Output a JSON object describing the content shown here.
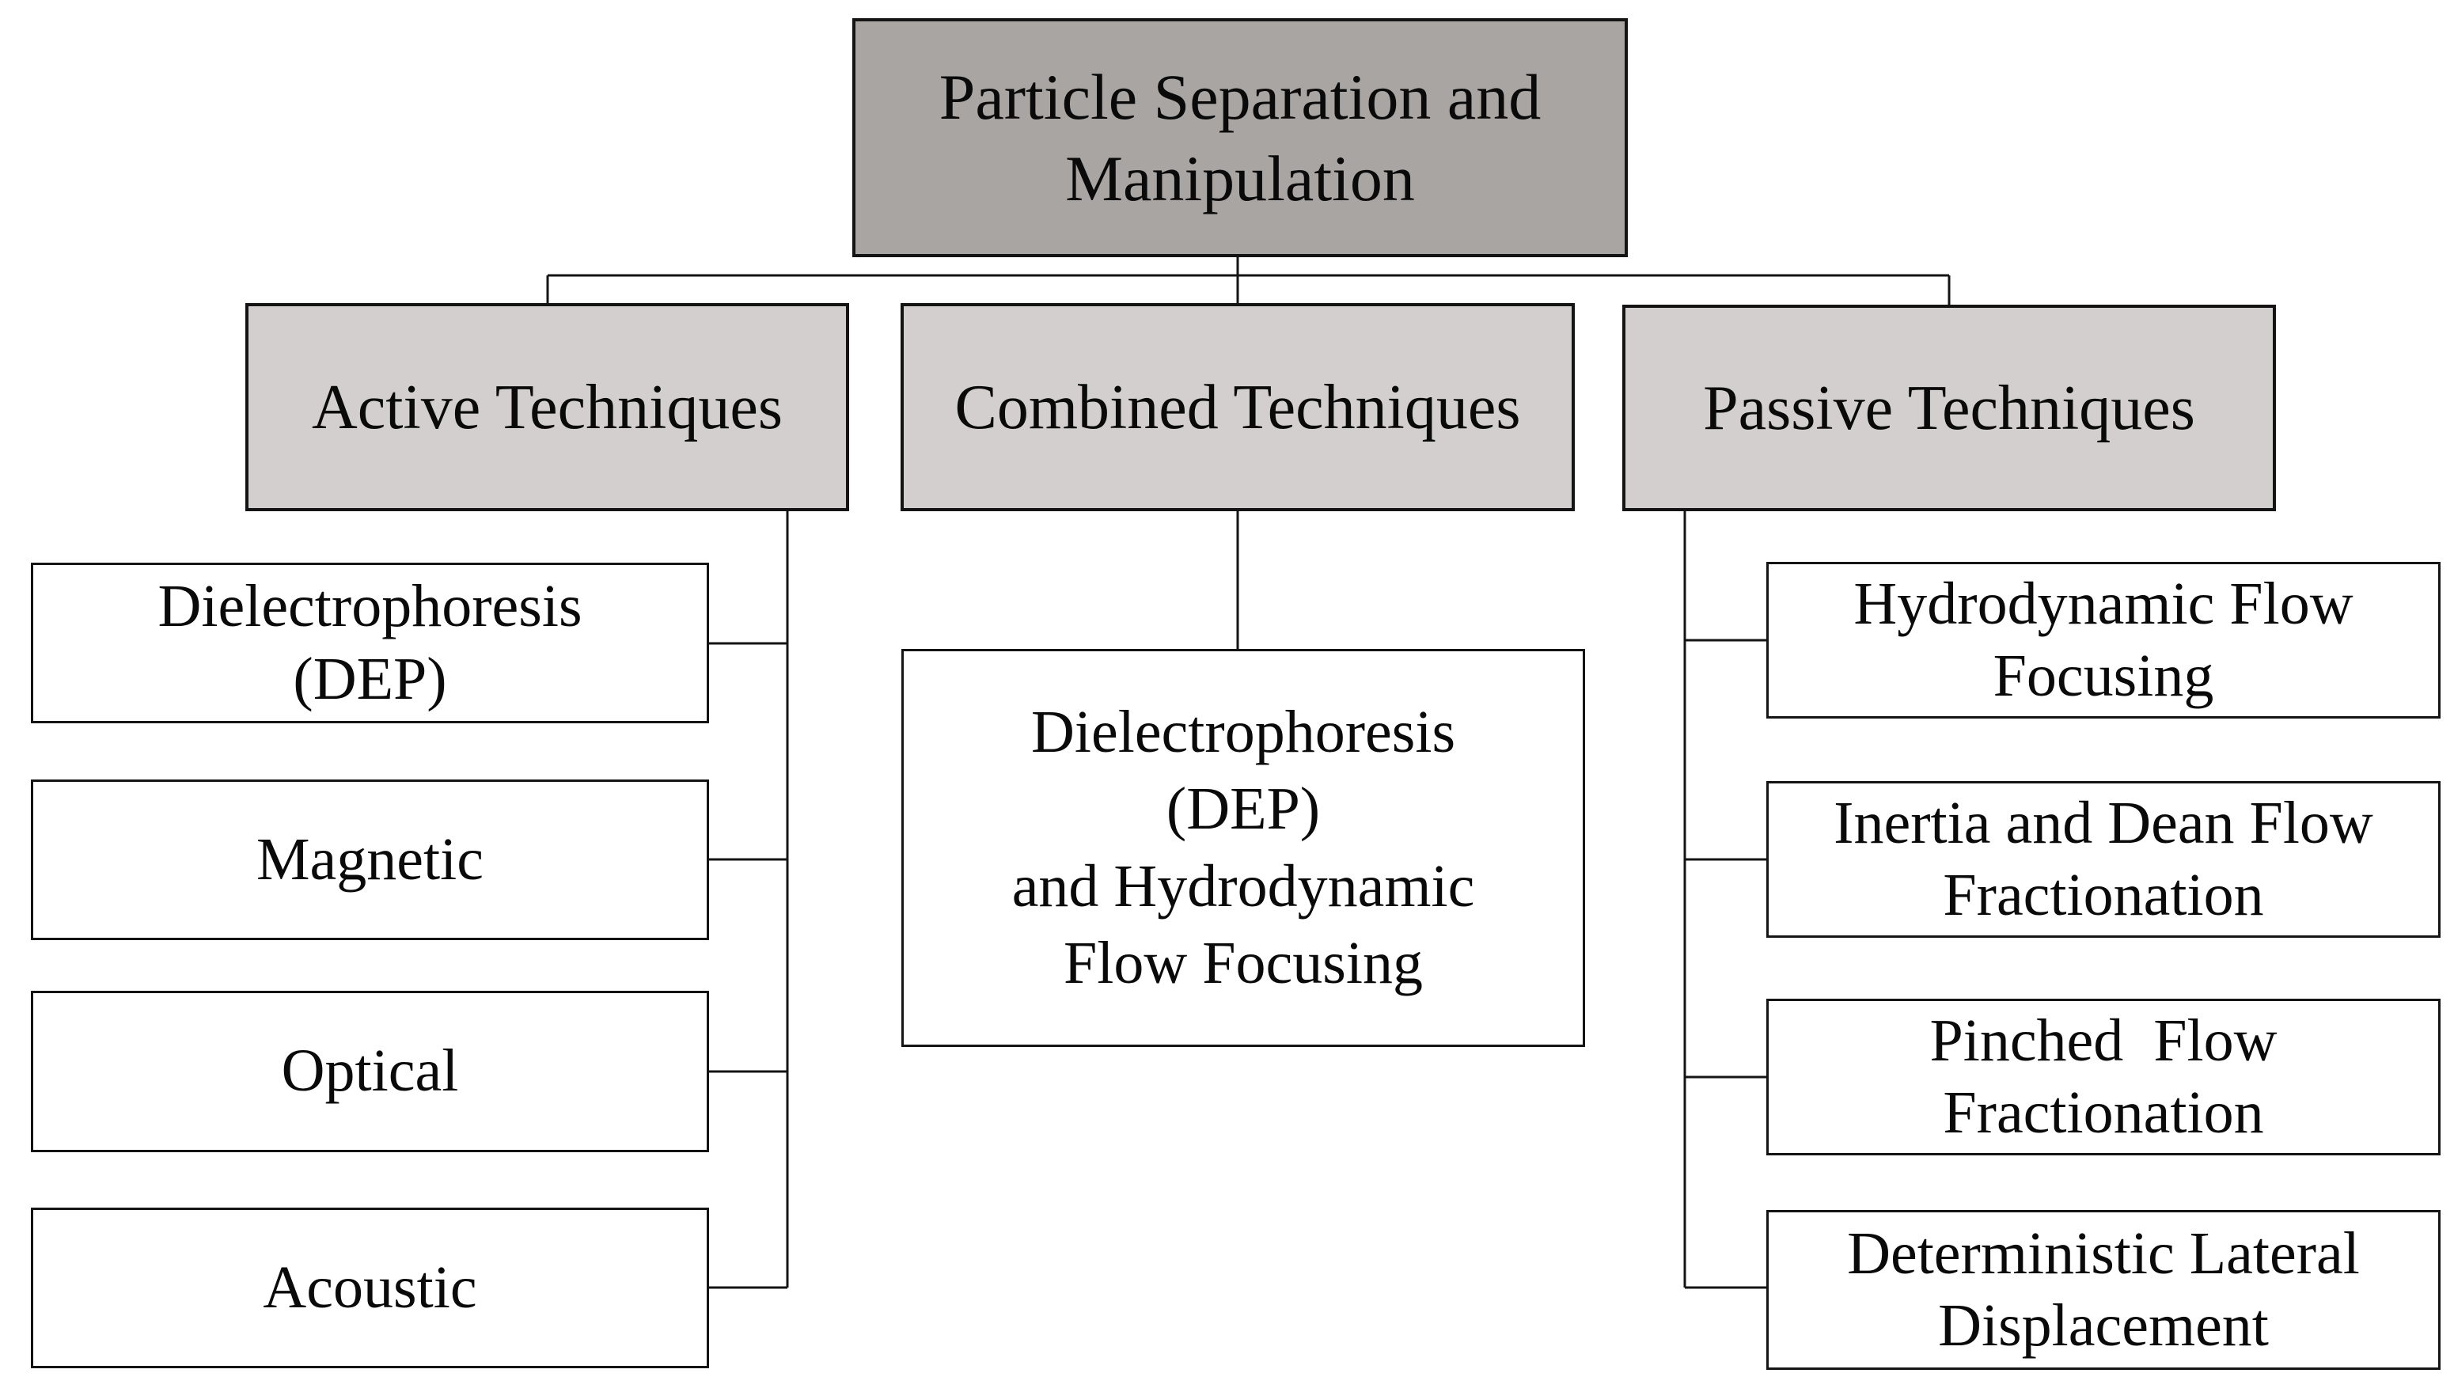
{
  "diagram": {
    "root": {
      "label": "Particle Separation and\nManipulation"
    },
    "branches": [
      {
        "label": "Active Techniques",
        "children": [
          "Dielectrophoresis\n(DEP)",
          "Magnetic",
          "Optical",
          "Acoustic"
        ]
      },
      {
        "label": "Combined Techniques",
        "children": [
          "Dielectrophoresis\n(DEP)\nand Hydrodynamic\nFlow Focusing"
        ]
      },
      {
        "label": "Passive Techniques",
        "children": [
          "Hydrodynamic Flow\nFocusing",
          "Inertia and Dean Flow\nFractionation",
          "Pinched  Flow\nFractionation",
          "Deterministic Lateral\nDisplacement"
        ]
      }
    ]
  },
  "colors": {
    "background": "#ffffff",
    "root_fill": "#a9a5a3",
    "branch_fill": "#d2cfce",
    "leaf_fill": "#ffffff",
    "border": "#141414",
    "text": "#0a0a0a"
  }
}
